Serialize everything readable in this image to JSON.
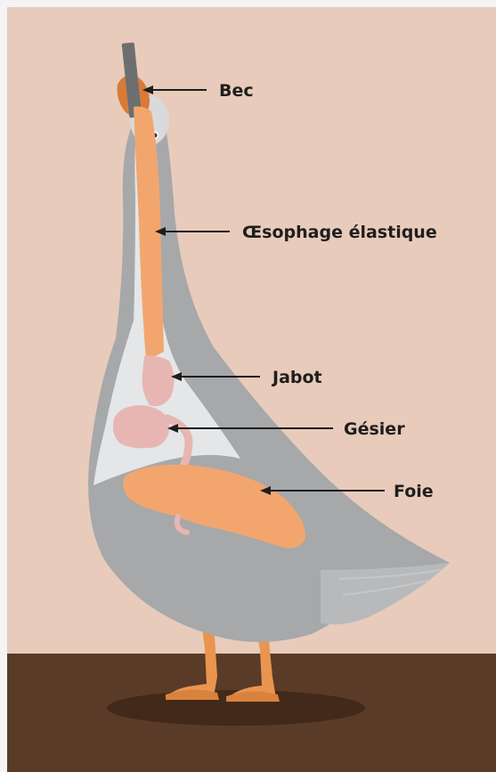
{
  "labels": {
    "bec": "Bec",
    "oesophage": "Œsophage élastique",
    "jabot": "Jabot",
    "gesier": "Gésier",
    "foie": "Foie"
  },
  "colors": {
    "background": "#e8cbbb",
    "ground": "#5a3b27",
    "goose_body": "#a6a8aa",
    "goose_belly": "#e4e6e7",
    "organ_orange": "#f2a66e",
    "organ_pink": "#e7b6b3",
    "beak": "#d97a36",
    "tube": "#6d6e70"
  }
}
